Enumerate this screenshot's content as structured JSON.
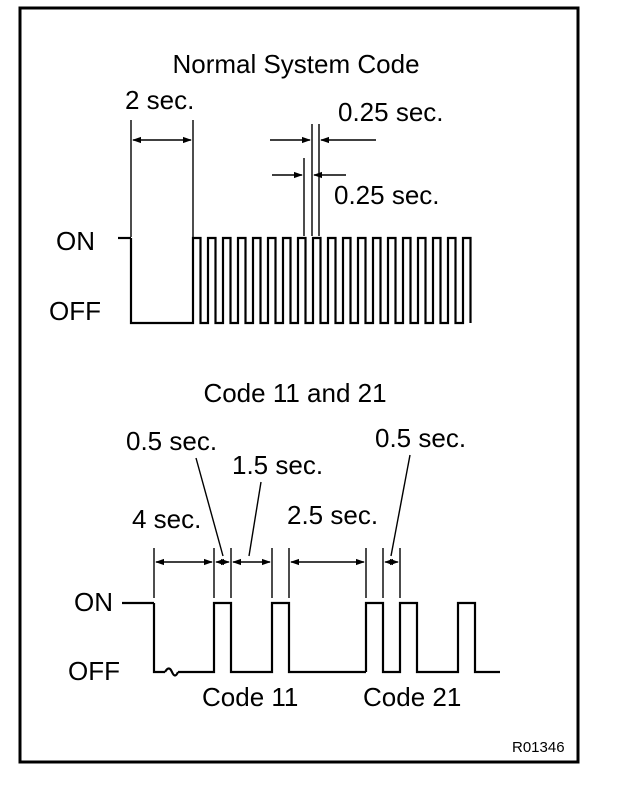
{
  "figure": {
    "normal": {
      "title": "Normal System Code",
      "time_2s": "2 sec.",
      "time_025_top": "0.25 sec.",
      "time_025_bottom": "0.25 sec.",
      "on": "ON",
      "off": "OFF"
    },
    "codes": {
      "title": "Code 11 and 21",
      "time_05_left": "0.5 sec.",
      "time_15": "1.5 sec.",
      "time_4": "4 sec.",
      "time_25": "2.5 sec.",
      "time_05_right": "0.5 sec.",
      "on": "ON",
      "off": "OFF",
      "code11": "Code 11",
      "code21": "Code 21"
    },
    "ref": "R01346"
  }
}
